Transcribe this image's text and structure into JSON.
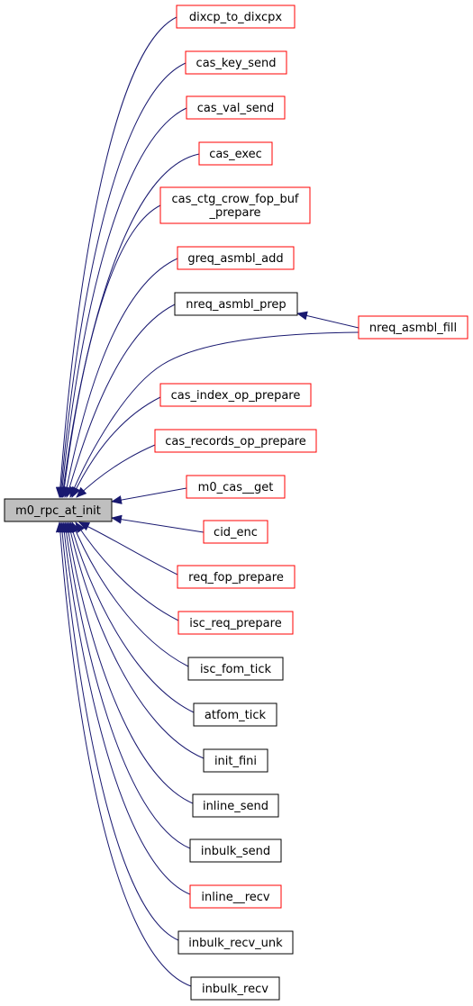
{
  "colors": {
    "edge": "#191970",
    "root_fill": "#bfbfbf",
    "red_border": "#ff0000",
    "black_border": "#000000",
    "background": "#ffffff"
  },
  "root": {
    "id": "m0_rpc_at_init",
    "label": "m0_rpc_at_init"
  },
  "nodes": [
    {
      "id": "dixcp_to_dixcpx",
      "lines": [
        "dixcp_to_dixcpx"
      ],
      "border": "red"
    },
    {
      "id": "cas_key_send",
      "lines": [
        "cas_key_send"
      ],
      "border": "red"
    },
    {
      "id": "cas_val_send",
      "lines": [
        "cas_val_send"
      ],
      "border": "red"
    },
    {
      "id": "cas_exec",
      "lines": [
        "cas_exec"
      ],
      "border": "red"
    },
    {
      "id": "cas_ctg_crow_fop_buf_prepare",
      "lines": [
        "cas_ctg_crow_fop_buf",
        "_prepare"
      ],
      "border": "red"
    },
    {
      "id": "greq_asmbl_add",
      "lines": [
        "greq_asmbl_add"
      ],
      "border": "red"
    },
    {
      "id": "nreq_asmbl_prep",
      "lines": [
        "nreq_asmbl_prep"
      ],
      "border": "black"
    },
    {
      "id": "nreq_asmbl_fill",
      "lines": [
        "nreq_asmbl_fill"
      ],
      "border": "red"
    },
    {
      "id": "cas_index_op_prepare",
      "lines": [
        "cas_index_op_prepare"
      ],
      "border": "red"
    },
    {
      "id": "cas_records_op_prepare",
      "lines": [
        "cas_records_op_prepare"
      ],
      "border": "red"
    },
    {
      "id": "m0_cas__get",
      "lines": [
        "m0_cas__get"
      ],
      "border": "red"
    },
    {
      "id": "cid_enc",
      "lines": [
        "cid_enc"
      ],
      "border": "red"
    },
    {
      "id": "req_fop_prepare",
      "lines": [
        "req_fop_prepare"
      ],
      "border": "red"
    },
    {
      "id": "isc_req_prepare",
      "lines": [
        "isc_req_prepare"
      ],
      "border": "red"
    },
    {
      "id": "isc_fom_tick",
      "lines": [
        "isc_fom_tick"
      ],
      "border": "black"
    },
    {
      "id": "atfom_tick",
      "lines": [
        "atfom_tick"
      ],
      "border": "black"
    },
    {
      "id": "init_fini",
      "lines": [
        "init_fini"
      ],
      "border": "black"
    },
    {
      "id": "inline_send",
      "lines": [
        "inline_send"
      ],
      "border": "black"
    },
    {
      "id": "inbulk_send",
      "lines": [
        "inbulk_send"
      ],
      "border": "black"
    },
    {
      "id": "inline__recv",
      "lines": [
        "inline__recv"
      ],
      "border": "red"
    },
    {
      "id": "inbulk_recv_unk",
      "lines": [
        "inbulk_recv_unk"
      ],
      "border": "black"
    },
    {
      "id": "inbulk_recv",
      "lines": [
        "inbulk_recv"
      ],
      "border": "black"
    }
  ],
  "edges": [
    {
      "from": "dixcp_to_dixcpx",
      "to": "m0_rpc_at_init"
    },
    {
      "from": "cas_key_send",
      "to": "m0_rpc_at_init"
    },
    {
      "from": "cas_val_send",
      "to": "m0_rpc_at_init"
    },
    {
      "from": "cas_exec",
      "to": "m0_rpc_at_init"
    },
    {
      "from": "cas_ctg_crow_fop_buf_prepare",
      "to": "m0_rpc_at_init"
    },
    {
      "from": "greq_asmbl_add",
      "to": "m0_rpc_at_init"
    },
    {
      "from": "nreq_asmbl_prep",
      "to": "m0_rpc_at_init"
    },
    {
      "from": "nreq_asmbl_fill",
      "to": "nreq_asmbl_prep"
    },
    {
      "from": "nreq_asmbl_fill",
      "to": "m0_rpc_at_init"
    },
    {
      "from": "cas_index_op_prepare",
      "to": "m0_rpc_at_init"
    },
    {
      "from": "cas_records_op_prepare",
      "to": "m0_rpc_at_init"
    },
    {
      "from": "m0_cas__get",
      "to": "m0_rpc_at_init"
    },
    {
      "from": "cid_enc",
      "to": "m0_rpc_at_init"
    },
    {
      "from": "req_fop_prepare",
      "to": "m0_rpc_at_init"
    },
    {
      "from": "isc_req_prepare",
      "to": "m0_rpc_at_init"
    },
    {
      "from": "isc_fom_tick",
      "to": "m0_rpc_at_init"
    },
    {
      "from": "atfom_tick",
      "to": "m0_rpc_at_init"
    },
    {
      "from": "init_fini",
      "to": "m0_rpc_at_init"
    },
    {
      "from": "inline_send",
      "to": "m0_rpc_at_init"
    },
    {
      "from": "inbulk_send",
      "to": "m0_rpc_at_init"
    },
    {
      "from": "inline__recv",
      "to": "m0_rpc_at_init"
    },
    {
      "from": "inbulk_recv_unk",
      "to": "m0_rpc_at_init"
    },
    {
      "from": "inbulk_recv",
      "to": "m0_rpc_at_init"
    }
  ]
}
